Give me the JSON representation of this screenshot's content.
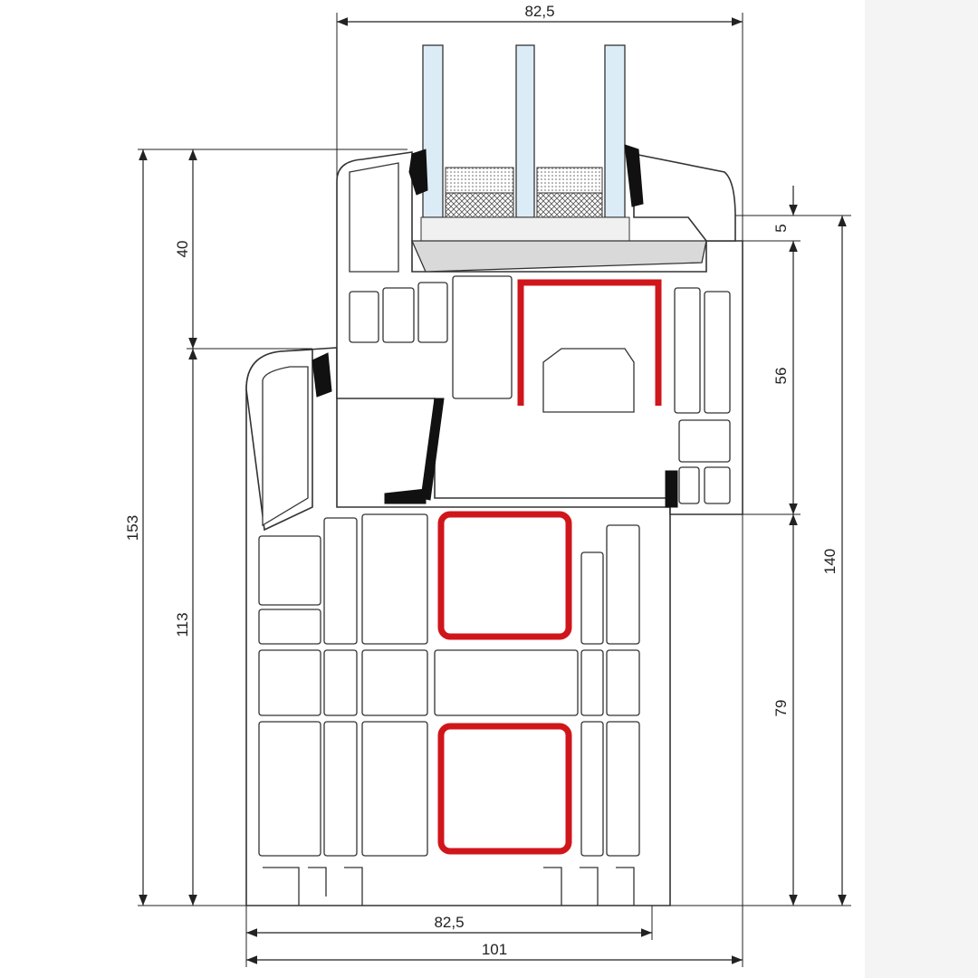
{
  "title": "Window profile cross-section with dimensions",
  "dimensions": {
    "top_width": "82,5",
    "sash_top_height": "40",
    "total_height": "153",
    "frame_height": "113",
    "glass_rebate": "5",
    "sash_overlap": "56",
    "frame_lower": "79",
    "right_height": "140",
    "bottom_frame_width": "82,5",
    "bottom_total_width": "101"
  },
  "colors": {
    "reinforcement": "#d0161b",
    "glass": "#dcecf7",
    "bead": "#d9d9d9"
  }
}
